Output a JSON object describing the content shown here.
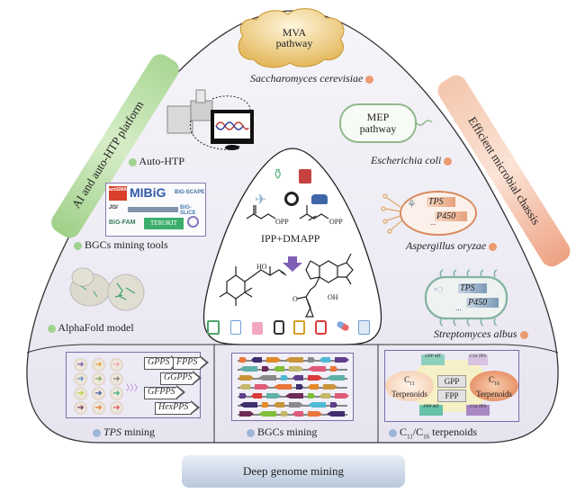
{
  "left_banner": {
    "label": "AI and auto-HTP platform",
    "color": "#b7dc9f"
  },
  "right_banner": {
    "label": "Efficient microbial chassis",
    "color": "#f2b89a"
  },
  "bottom_banner": {
    "label": "Deep genome mining",
    "color": "#c9d6e6"
  },
  "left_items": [
    {
      "label": "Auto-HTP",
      "dot_color": "#9fd38e"
    },
    {
      "label": "BGCs mining tools",
      "dot_color": "#9fd38e"
    },
    {
      "label": "AlphaFold model",
      "dot_color": "#9fd38e"
    }
  ],
  "bgc_tools": [
    "antiSMASH",
    "MIBiG",
    "BiG-SCAPE",
    "JGI",
    "BiG-SLiCE",
    "BiG-FAM",
    "TEROKIT"
  ],
  "right_items": [
    {
      "pathway": "MVA\npathway",
      "pathway_line1": "MVA",
      "pathway_line2": "pathway",
      "organism": "Saccharomyces cerevisiae",
      "dot_color": "#ec9a72"
    },
    {
      "pathway_line1": "MEP",
      "pathway_line2": "pathway",
      "organism": "Escherichia coli",
      "dot_color": "#ec9a72"
    },
    {
      "genes": [
        "TPS",
        "P450",
        "..."
      ],
      "organism": "Aspergillus oryzae",
      "dot_color": "#ec9a72"
    },
    {
      "genes": [
        "TPS",
        "P450",
        "..."
      ],
      "organism": "Streptomyces albus",
      "dot_color": "#ec9a72"
    }
  ],
  "center": {
    "top_icons": [
      "perfume-bottle-green",
      "perfume-bottle-red"
    ],
    "mid_icons": [
      "airplane",
      "tire",
      "car"
    ],
    "precursor_labels": [
      "OPP",
      "OPP"
    ],
    "precursor_title": "IPP+DMAPP",
    "structure_labels": [
      "HO",
      "H",
      "H",
      "O",
      "OH",
      "O"
    ],
    "bottom_icons": [
      "medicine-box",
      "spray-bottle",
      "cosmetics",
      "container",
      "medicine-jar",
      "supplement-bottle",
      "capsules",
      "pill-bottle"
    ]
  },
  "bottom_sections": [
    {
      "label_italic": "TPS",
      "label_rest": " mining",
      "dot_color": "#9eb6d6",
      "enzymes": [
        "GPPS",
        "FPPS",
        "GGPPS",
        "GFPPS",
        "HexPPS"
      ]
    },
    {
      "label": "BGCs mining",
      "dot_color": "#9eb6d6"
    },
    {
      "label_prefix": "C",
      "sub1": "11",
      "slash": "/C",
      "sub2": "16",
      "label_rest": " terpenoids",
      "dot_color": "#9eb6d6",
      "c11": {
        "c": "C",
        "sub": "11",
        "text": "Terpenoids"
      },
      "c16": {
        "c": "C",
        "sub": "16",
        "text": "Terpenoids"
      },
      "intermediates": [
        "GPP",
        "FPP"
      ],
      "enzymes": [
        "GPP MT",
        "C16 TPS",
        "FPP MT",
        "C16 TPS"
      ]
    }
  ]
}
